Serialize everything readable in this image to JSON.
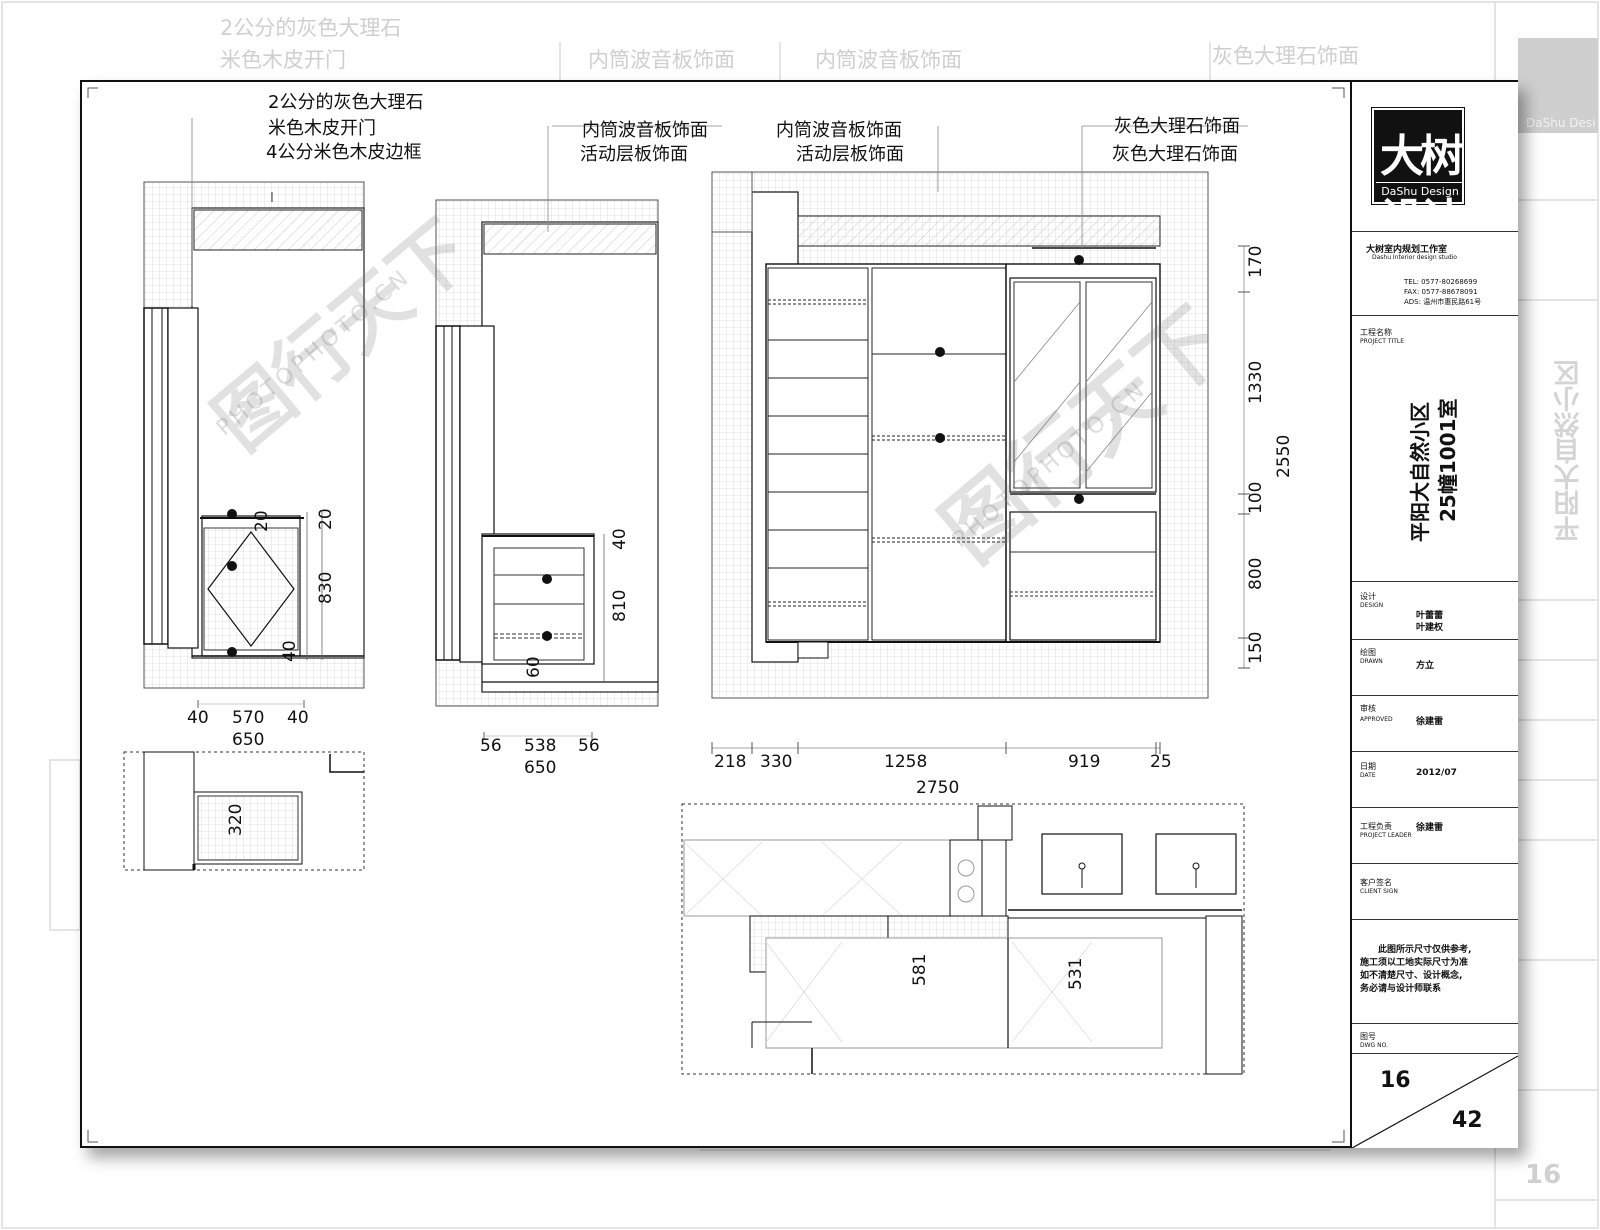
{
  "background_ghost": {
    "labels": [
      "2公分的灰色大理石",
      "米色木皮开门",
      "内筒波音板饰面",
      "内筒波音板饰面",
      "灰色大理石饰面"
    ],
    "brand": "DaShu Desi",
    "project_vertical": "平阳大自然小区",
    "sheet_number": "16"
  },
  "view1": {
    "notes": [
      "2公分的灰色大理石",
      "米色木皮开门",
      "4公分米色木皮边框"
    ],
    "dims_h": [
      "40",
      "570",
      "40"
    ],
    "dim_total": "650",
    "dims_v": [
      "20",
      "20",
      "830",
      "40"
    ],
    "plan_dim": "320"
  },
  "view2": {
    "notes": [
      "内筒波音板饰面",
      "活动层板饰面"
    ],
    "dims_h": [
      "56",
      "538",
      "56"
    ],
    "dim_total": "650",
    "dims_v": [
      "40",
      "810",
      "60"
    ]
  },
  "view3": {
    "notes": [
      "内筒波音板饰面",
      "活动层板饰面"
    ],
    "notes_right": [
      "灰色大理石饰面",
      "灰色大理石饰面"
    ],
    "dims_h": [
      "218",
      "330",
      "1258",
      "919",
      "25"
    ],
    "dim_total": "2750",
    "dims_v": [
      "170",
      "1330",
      "100",
      "800",
      "150"
    ],
    "dim_v_total": "2550",
    "plan_dims": [
      "581",
      "531"
    ]
  },
  "watermark": {
    "text": "图行天下",
    "sub": "PHOTOPHOTO.CN"
  },
  "title_block": {
    "logo": "大树设计",
    "logo_sub": "DaShu Design",
    "studio": "大树室内规划工作室",
    "studio_en": "Dashu Interior design studio",
    "tel": "TEL: 0577-80268699",
    "fax": "FAX: 0577-88678091",
    "address": "ADS: 温州市惠民路61号",
    "project_title_label": "工程名称",
    "project_title_label_en": "PROJECT TITLE",
    "project_name": "平阳大自然小区",
    "project_unit": "25幢1001室",
    "design_label": "设计",
    "design_label_en": "DESIGN",
    "designer_1": "叶蕾蕾",
    "designer_2": "叶建权",
    "drawn_label": "绘图",
    "drawn_label_en": "DRAWN",
    "drawn_by": "方立",
    "approved_label": "审核",
    "approved_label_en": "APPROVED",
    "approved_by": "徐建雷",
    "date_label": "日期",
    "date_label_en": "DATE",
    "date": "2012/07",
    "leader_label": "工程负责",
    "leader_label_en": "PROJECT LEADER",
    "leader": "徐建雷",
    "client_label": "客户签名",
    "client_label_en": "CLIENT SIGN",
    "disclaimer": [
      "此图所示尺寸仅供参考,",
      "施工须以工地实际尺寸为准",
      "如不清楚尺寸、设计概念,",
      "务必请与设计师联系"
    ],
    "dwg_label": "图号",
    "dwg_label_en": "DWG NO.",
    "sheet_no": "16",
    "sheet_total": "42"
  }
}
